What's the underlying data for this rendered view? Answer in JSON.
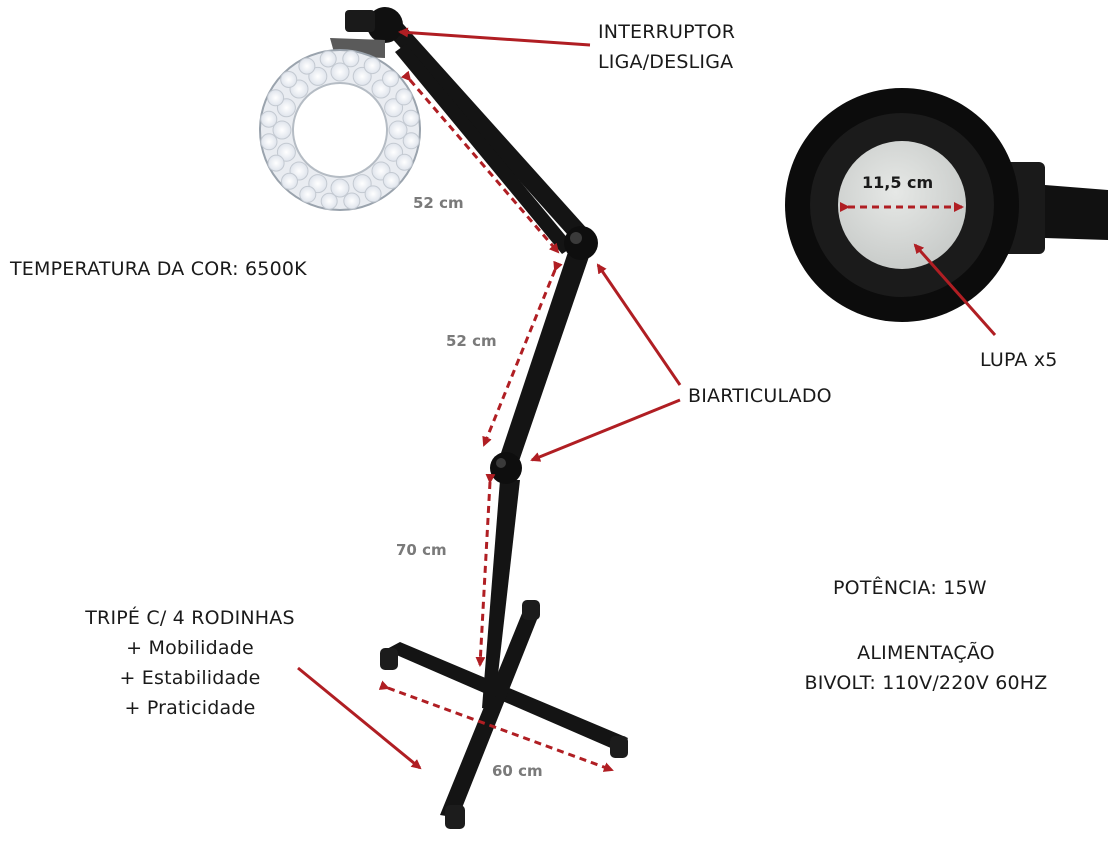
{
  "labels": {
    "switch_line1": "INTERRUPTOR",
    "switch_line2": "LIGA/DESLIGA",
    "color_temp": "TEMPERATURA DA COR: 6500K",
    "biarticulado": "BIARTICULADO",
    "lens": "LUPA x5",
    "power": "POTÊNCIA: 15W",
    "supply_line1": "ALIMENTAÇÃO",
    "supply_line2": "BIVOLT: 110V/220V  60HZ",
    "tripod_title": "TRIPÉ C/ 4 RODINHAS",
    "tripod_feature1": "+ Mobilidade",
    "tripod_feature2": "+ Estabilidade",
    "tripod_feature3": "+ Praticidade"
  },
  "measurements": {
    "upper_arm": "52 cm",
    "lower_arm": "52 cm",
    "pole": "70 cm",
    "base": "60 cm",
    "lens_diameter": "11,5 cm"
  },
  "colors": {
    "annotation_arrow": "#b01e23",
    "lamp_body": "#141414",
    "lens_glass": "#d8dbd9",
    "led": "#f4f6fa",
    "measure_text": "#7a7a7a"
  }
}
